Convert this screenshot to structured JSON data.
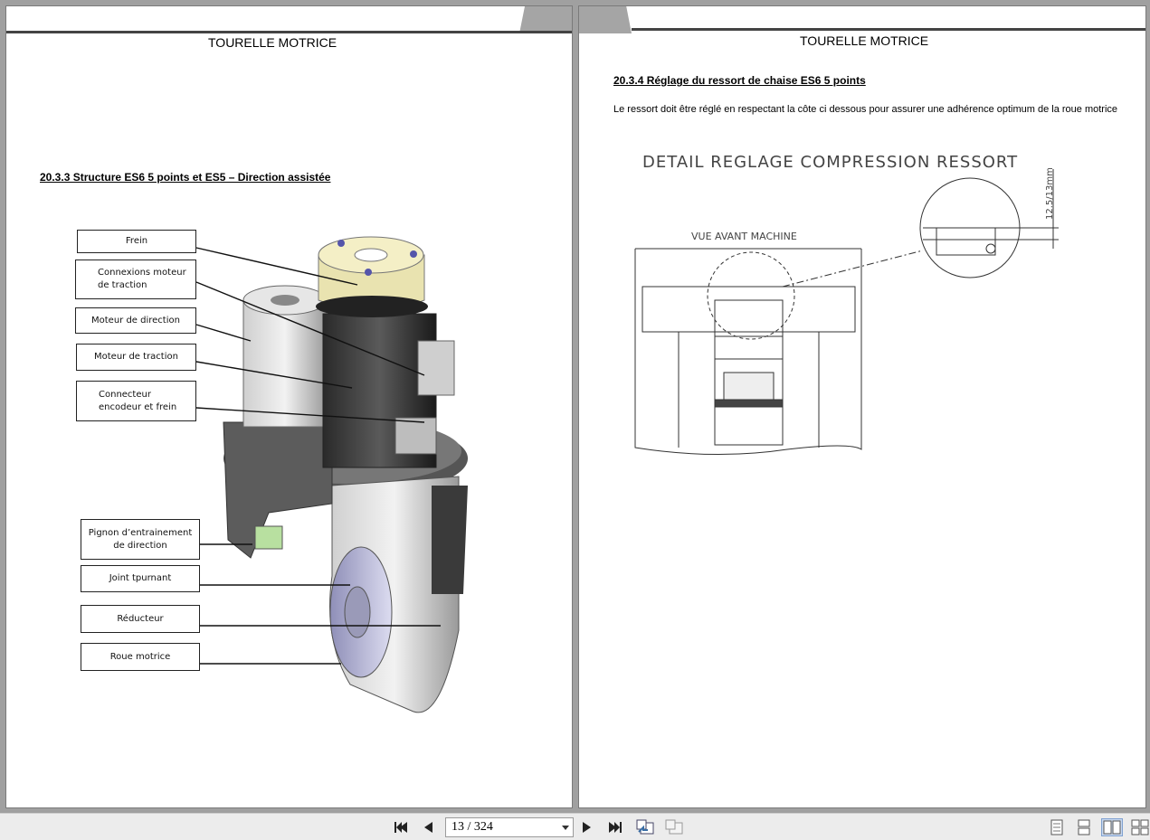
{
  "left_page": {
    "header": "TOURELLE MOTRICE",
    "section_title": "20.3.3 Structure ES6 5 points et ES5 – Direction assistée",
    "callouts": [
      "Frein",
      "Connexions moteur de traction",
      "Moteur de  direction",
      "Moteur de traction",
      "Connecteur encodeur et frein",
      "Pignon d’entrainement de direction",
      "Joint tpurnant",
      "Réducteur",
      "Roue motrice"
    ]
  },
  "right_page": {
    "header": "TOURELLE MOTRICE",
    "section_title": "20.3.4  Réglage du ressort de chaise ES6 5 points",
    "body": "Le ressort doit être réglé en respectant la côte ci dessous pour assurer une adhérence optimum de la roue motrice",
    "drawing": {
      "title": "DETAIL REGLAGE COMPRESSION RESSORT",
      "view_label": "VUE AVANT MACHINE",
      "dimension": "12.5/13mm"
    }
  },
  "toolbar": {
    "page_indicator": "13 / 324",
    "icons": [
      "first-page-icon",
      "prev-page-icon",
      "next-page-icon",
      "last-page-icon",
      "go-back-icon",
      "go-forward-icon",
      "single-page-view-icon",
      "continuous-view-icon",
      "facing-view-icon",
      "continuous-facing-view-icon"
    ]
  }
}
